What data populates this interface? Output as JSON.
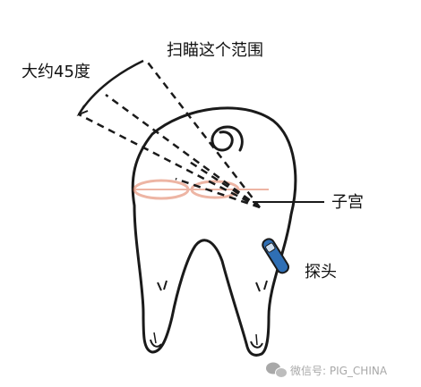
{
  "labels": {
    "angle": "大约45度",
    "scan_range": "扫瞄这个范围",
    "uterus": "子宫",
    "probe": "探头"
  },
  "watermark": {
    "text": "微信号: PIG_CHINA"
  },
  "colors": {
    "outline": "#1a1a1a",
    "probe_fill": "#2f6fb5",
    "uterus_mark": "#e07a5a",
    "watermark": "#a8a8a8"
  },
  "icons": [
    "wechat-icon",
    "spiral-tail-icon",
    "probe-icon"
  ]
}
